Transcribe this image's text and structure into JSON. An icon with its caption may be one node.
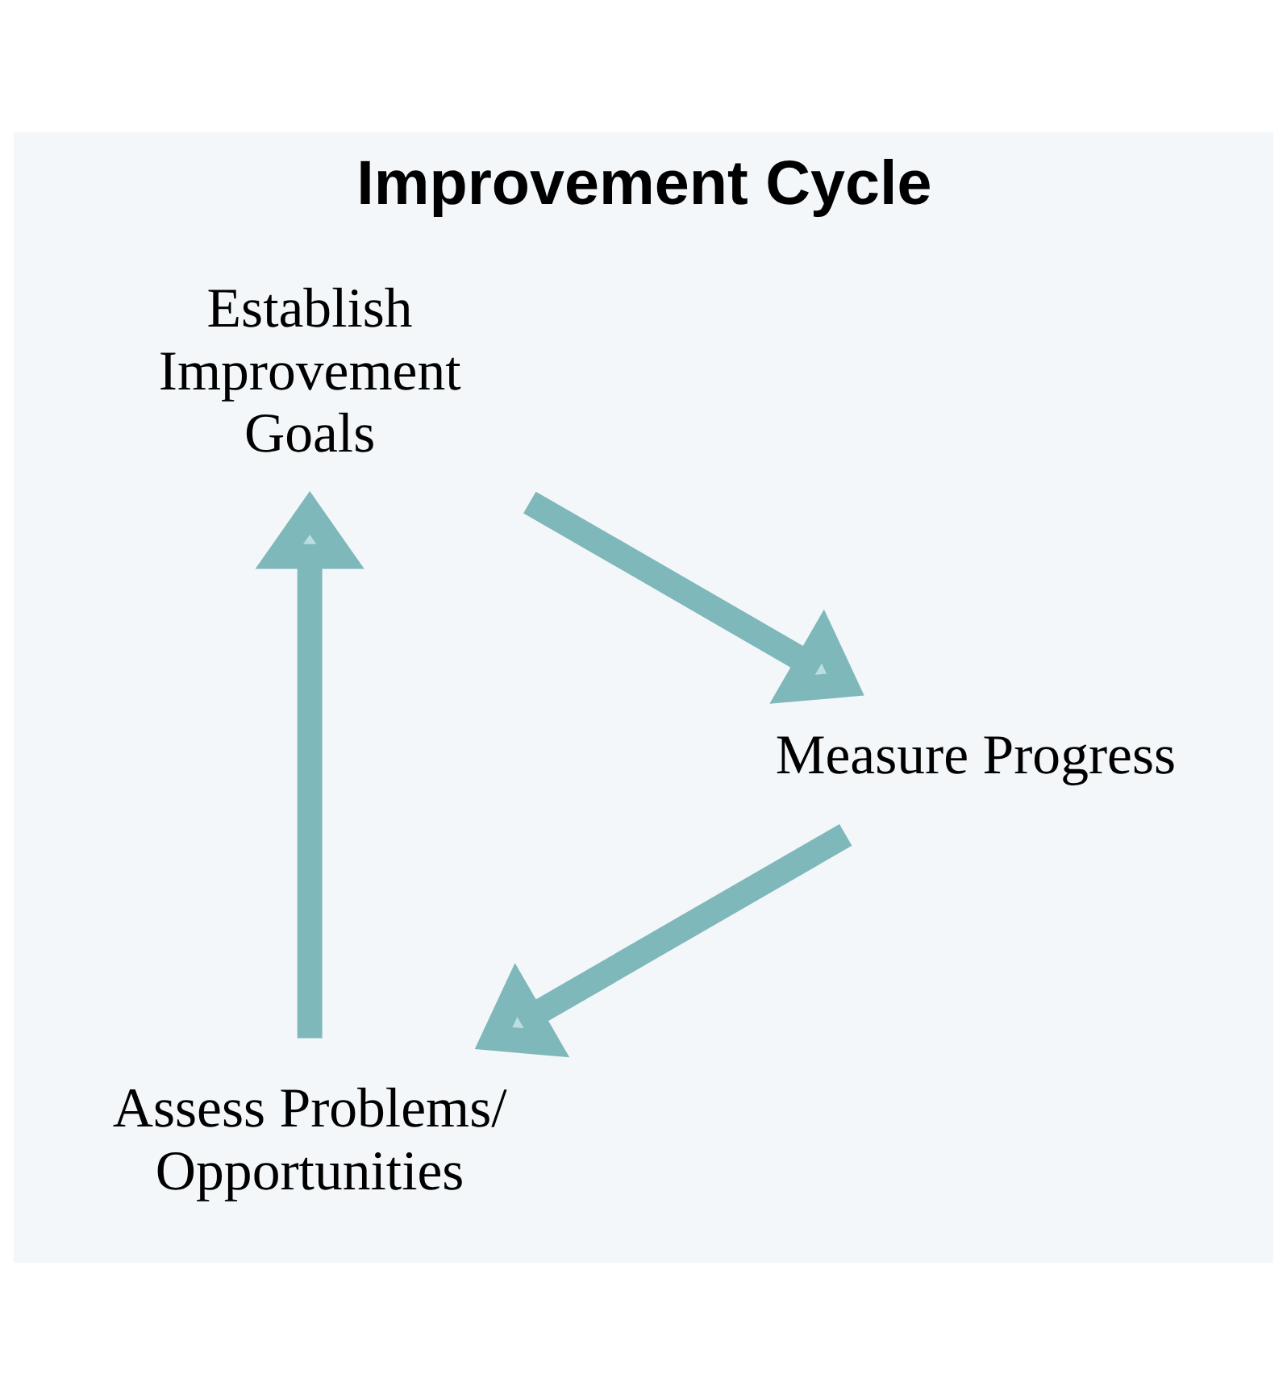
{
  "diagram": {
    "title": "Improvement Cycle",
    "nodes": [
      {
        "text": [
          "Assess Problems/ Opportunities"
        ]
      },
      {
        "text": [
          "Establish Improvement Goals"
        ]
      },
      {
        "text": [
          "Measure Progress"
        ]
      }
    ],
    "edges": [
      {
        "from": 0,
        "to": 1,
        "arrow": "to"
      },
      {
        "from": 1,
        "to": 2,
        "arrow": "to"
      },
      {
        "from": 2,
        "to": 0,
        "arrow": "to"
      }
    ]
  }
}
